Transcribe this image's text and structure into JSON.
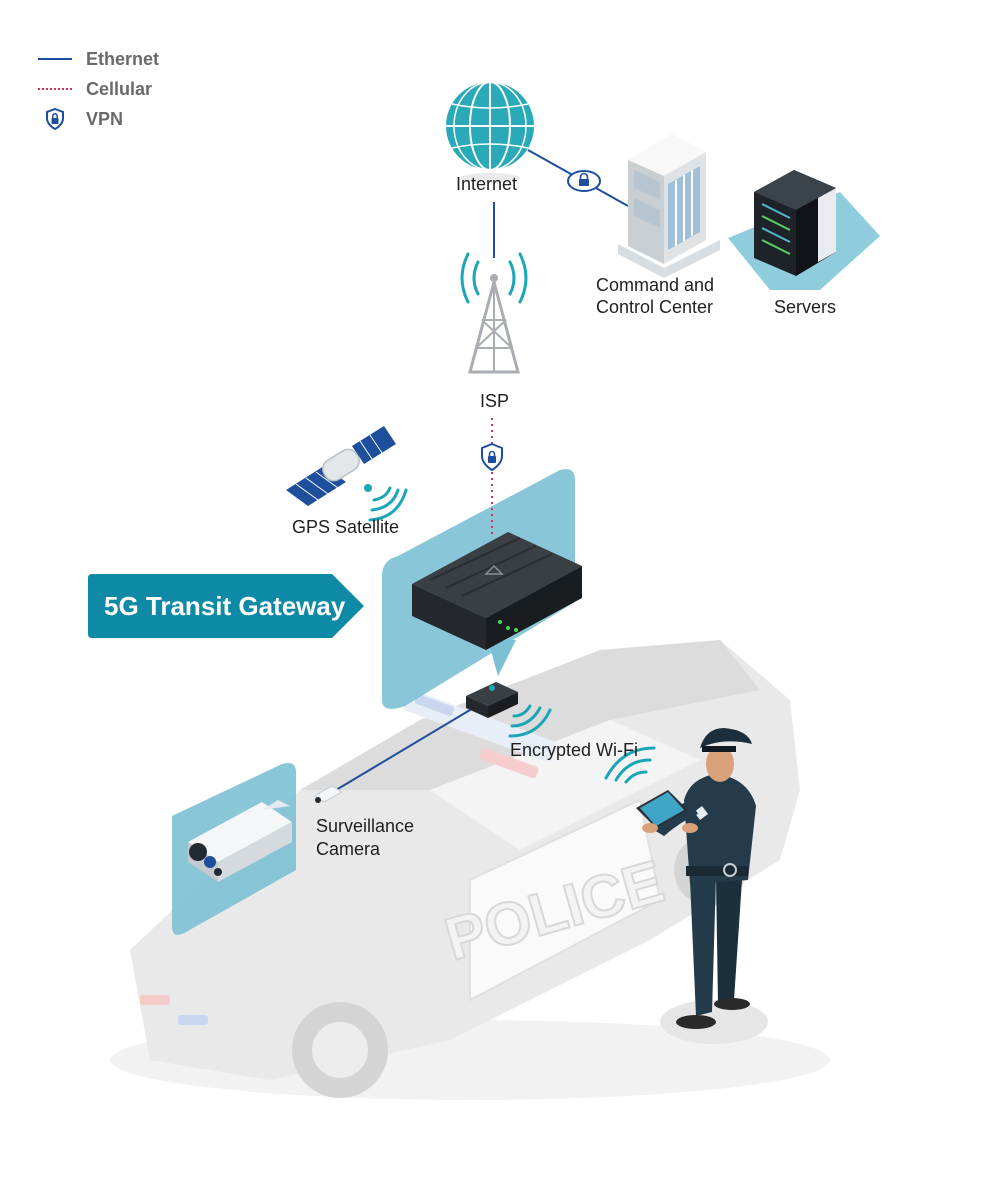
{
  "legend": {
    "ethernet": "Ethernet",
    "cellular": "Cellular",
    "vpn": "VPN"
  },
  "nodes": {
    "internet": "Internet",
    "isp": "ISP",
    "command_center_line1": "Command and",
    "command_center_line2": "Control Center",
    "servers": "Servers",
    "gps_satellite": "GPS Satellite",
    "gateway": "5G Transit Gateway",
    "wifi": "Encrypted Wi-Fi",
    "camera_line1": "Surveillance",
    "camera_line2": "Camera",
    "car_text": "POLICE"
  },
  "colors": {
    "ethernet": "#1d4f9c",
    "cellular": "#d6325a",
    "vpn": "#1d4f9c",
    "teal_panel": "#7cc0d4",
    "banner": "#0f8aa6",
    "wifi_waves": "#1aa6b7",
    "globe": "#2aa9b8"
  },
  "icons": [
    "globe-icon",
    "cell-tower-icon",
    "building-icon",
    "server-rack-icon",
    "satellite-icon",
    "router-icon",
    "camera-icon",
    "tablet-icon",
    "police-officer-icon",
    "police-car-icon",
    "lock-shield-icon",
    "wifi-icon"
  ]
}
